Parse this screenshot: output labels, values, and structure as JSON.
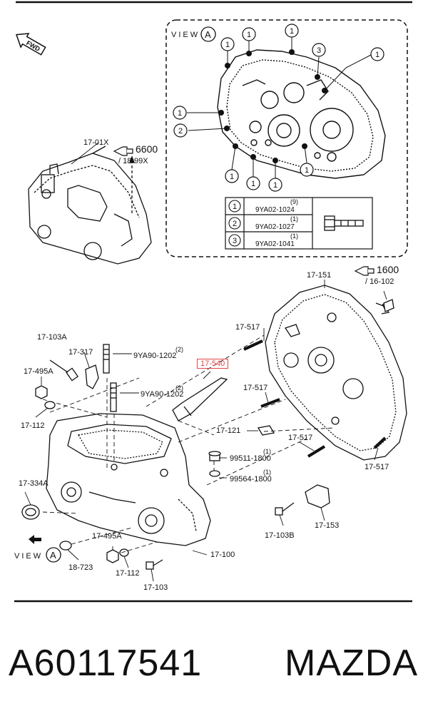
{
  "fwd_label": "FWD",
  "view_a": {
    "word": "VIEW",
    "letter": "A"
  },
  "callout_numbers": [
    "1",
    "1",
    "1",
    "3",
    "1",
    "1",
    "2",
    "1",
    "1",
    "1",
    "1"
  ],
  "bolt_table": [
    {
      "key": "1",
      "code": "9YA02-1024",
      "qty": "(9)"
    },
    {
      "key": "2",
      "code": "9YA02-1027",
      "qty": "(1)"
    },
    {
      "key": "3",
      "code": "9YA02-1041",
      "qty": "(1)"
    }
  ],
  "labels": {
    "l_17_01x": "17-01X",
    "l_6600": "6600",
    "l_18_99x": "/ 18-99X",
    "l_17_151": "17-151",
    "l_1600": "1600",
    "l_16_102": "/ 16-102",
    "l_17_517_a": "17-517",
    "l_17_517_b": "17-517",
    "l_17_517_c": "17-517",
    "l_17_517_d": "17-517",
    "l_17_103a": "17-103A",
    "l_17_317": "17-317",
    "l_9ya90_1202_a": "9YA90-1202",
    "l_9ya90_1202_b": "9YA90-1202",
    "q_2a": "(2)",
    "q_2b": "(2)",
    "l_17_540": "17-540",
    "l_17_495a_a": "17-495A",
    "l_17_112_a": "17-112",
    "l_17_121": "17-121",
    "l_99511_1800": "99511-1800",
    "l_99564_1800": "99564-1800",
    "q_1a": "(1)",
    "q_1b": "(1)",
    "l_17_334a": "17-334A",
    "l_17_103b": "17-103B",
    "l_17_153": "17-153",
    "l_17_495a_b": "17-495A",
    "l_17_100": "17-100",
    "l_18_723": "18-723",
    "l_17_112_b": "17-112",
    "l_17_103": "17-103"
  },
  "footer": {
    "part_number": "A60117541",
    "brand": "MAZDA"
  },
  "colors": {
    "line": "#111111",
    "highlight": "#e04848"
  }
}
